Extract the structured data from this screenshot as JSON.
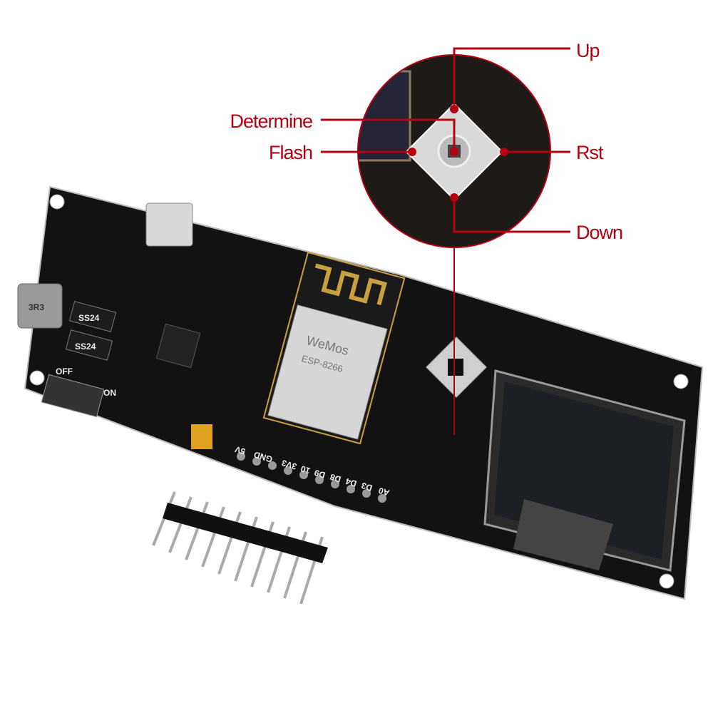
{
  "colors": {
    "callout": "#b5000f",
    "pcb": "#111111",
    "silkscreen": "#eeeeee",
    "background": "#ffffff"
  },
  "callouts": {
    "up": "Up",
    "determine": "Determine",
    "flash": "Flash",
    "rst": "Rst",
    "down": "Down"
  },
  "pcb": {
    "pin_labels": [
      "5V",
      "GND",
      "3V3",
      "10",
      "D9",
      "D8",
      "D4",
      "D3",
      "A0"
    ],
    "inductor": "3R3",
    "diode1": "SS24",
    "diode2": "SS24",
    "switch_off": "OFF",
    "switch_on": "ON",
    "module_brand": "WeMos",
    "module_model": "ESP-8266"
  }
}
